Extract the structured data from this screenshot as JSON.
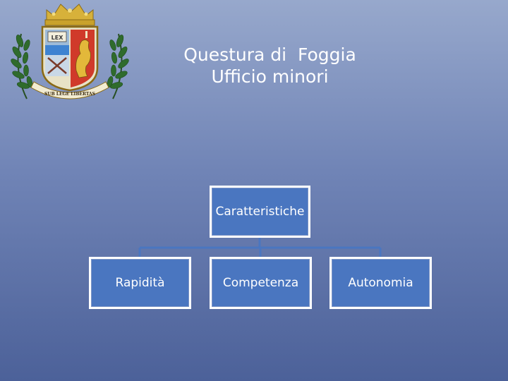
{
  "header": {
    "emblem_motto": "SUB LEGE LIBERTAS",
    "emblem_book_text": "LEX",
    "title_line1": "Questura di  Foggia",
    "title_line2": "Ufficio minori"
  },
  "diagram": {
    "root": {
      "label": "Caratteristiche"
    },
    "children": [
      {
        "label": "Rapidità"
      },
      {
        "label": "Competenza"
      },
      {
        "label": "Autonomia"
      }
    ]
  },
  "colors": {
    "box_fill": "#4a76c0",
    "box_border": "#ffffff",
    "connector": "#4a76c0"
  }
}
